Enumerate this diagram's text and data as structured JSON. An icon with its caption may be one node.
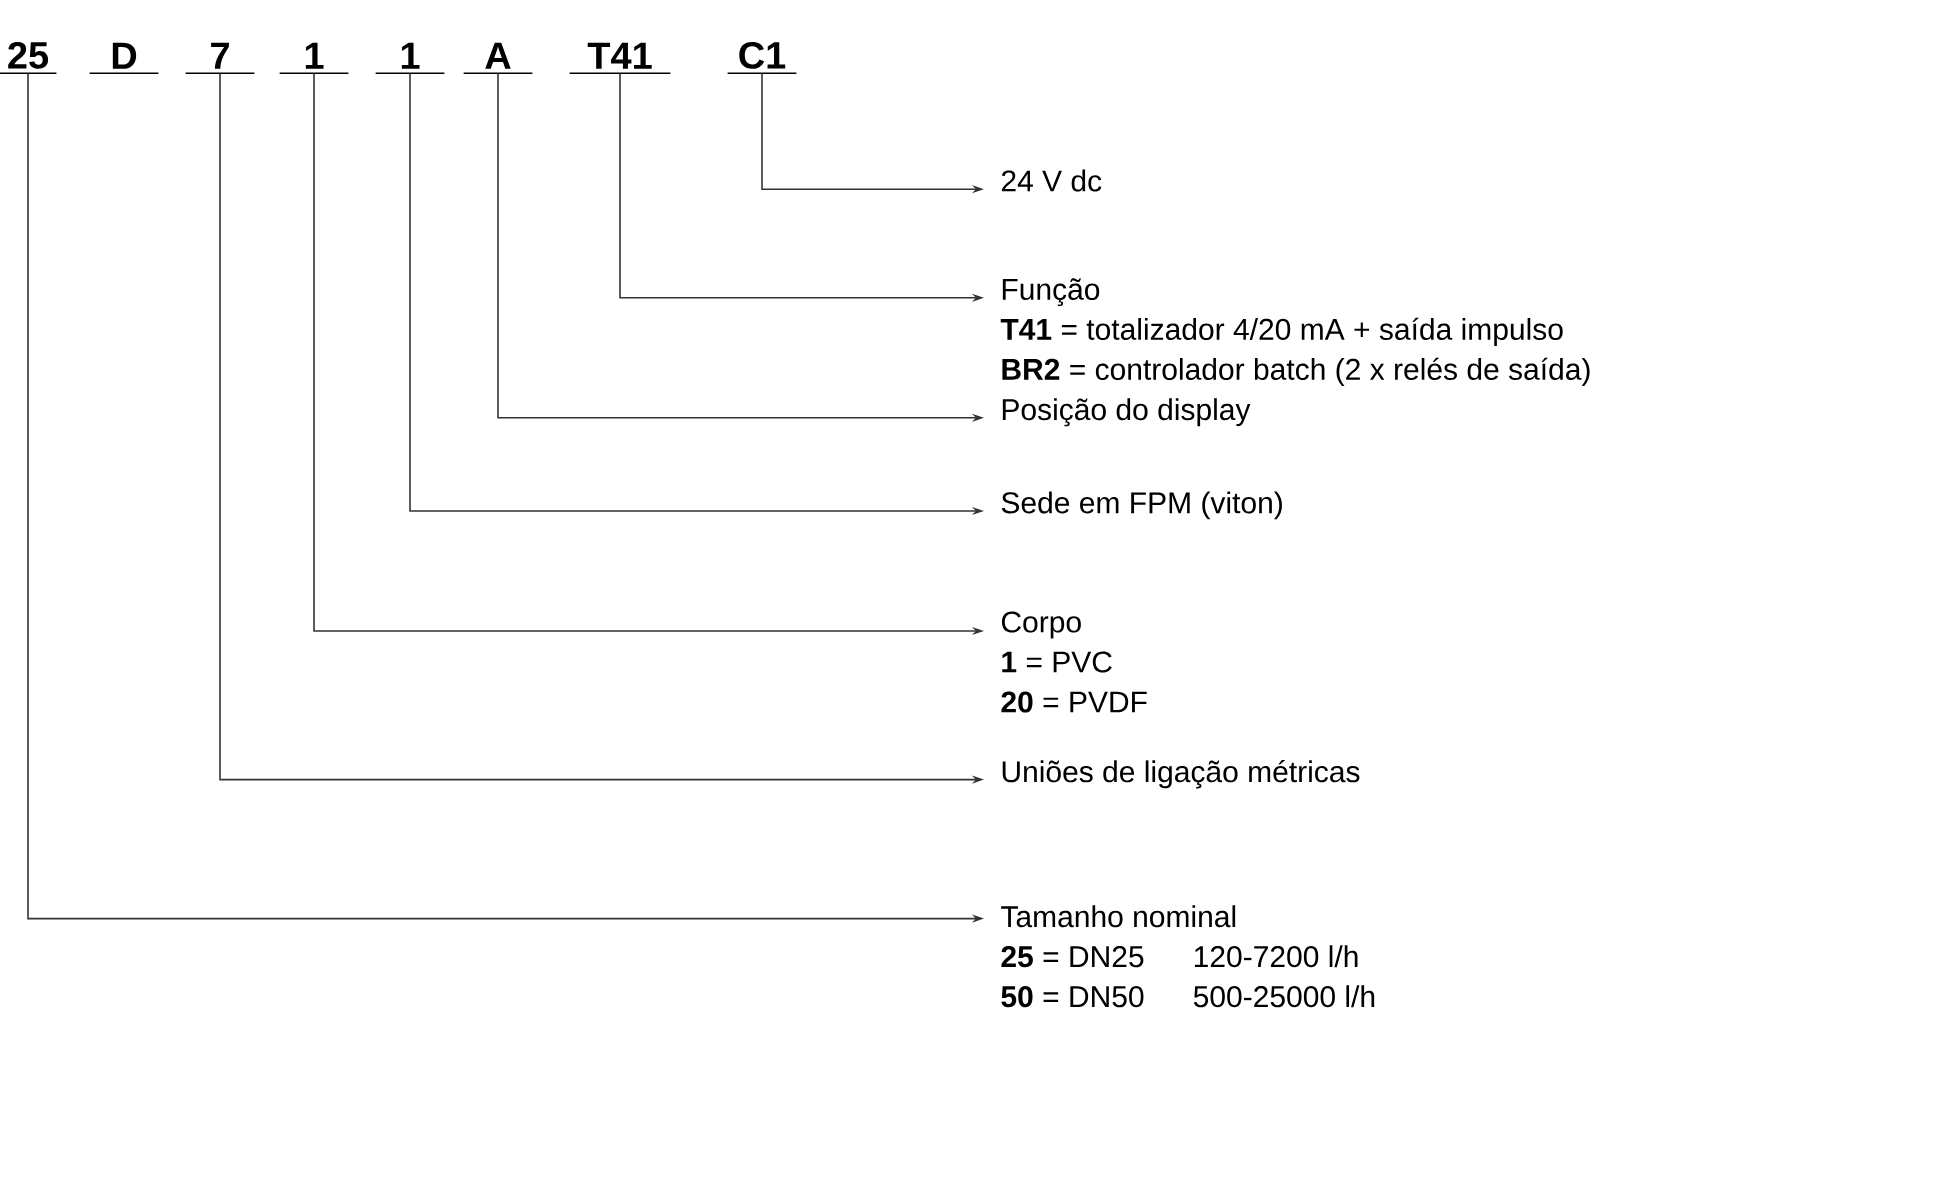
{
  "diagram": {
    "nodes": [
      {
        "text": [
          "25"
        ]
      },
      {
        "text": [
          "D"
        ]
      },
      {
        "text": [
          "7"
        ]
      },
      {
        "text": [
          "1"
        ]
      },
      {
        "text": [
          "1"
        ]
      },
      {
        "text": [
          "A"
        ]
      },
      {
        "text": [
          "T41"
        ]
      },
      {
        "text": [
          "C1"
        ]
      },
      {
        "text": [
          "24 V dc"
        ]
      },
      {
        "text": [
          "Função",
          "**T41** = totalizador 4/20 mA + saída impulso",
          "**BR2** = controlador batch (2 x relés de saída)"
        ]
      },
      {
        "text": [
          "Posição do display"
        ]
      },
      {
        "text": [
          "Sede em FPM (viton)"
        ]
      },
      {
        "text": [
          "Corpo",
          "**1** = PVC",
          "**20** = PVDF"
        ]
      },
      {
        "text": [
          "Uniões de ligação métricas"
        ]
      },
      {
        "text": [
          "Tamanho nominal",
          "**25** = DN25",
          "120-7200 l/h",
          "**50** = DN50",
          "500-25000 l/h"
        ]
      }
    ],
    "edges": [
      {
        "from": 7,
        "to": 8,
        "arrow": "to"
      },
      {
        "from": 6,
        "to": 9,
        "arrow": "to"
      },
      {
        "from": 5,
        "to": 10,
        "arrow": "to"
      },
      {
        "from": 4,
        "to": 11,
        "arrow": "to"
      },
      {
        "from": 3,
        "to": 12,
        "arrow": "to"
      },
      {
        "from": 2,
        "to": 13,
        "arrow": "to"
      },
      {
        "from": 0,
        "to": 14,
        "arrow": "to"
      }
    ]
  }
}
